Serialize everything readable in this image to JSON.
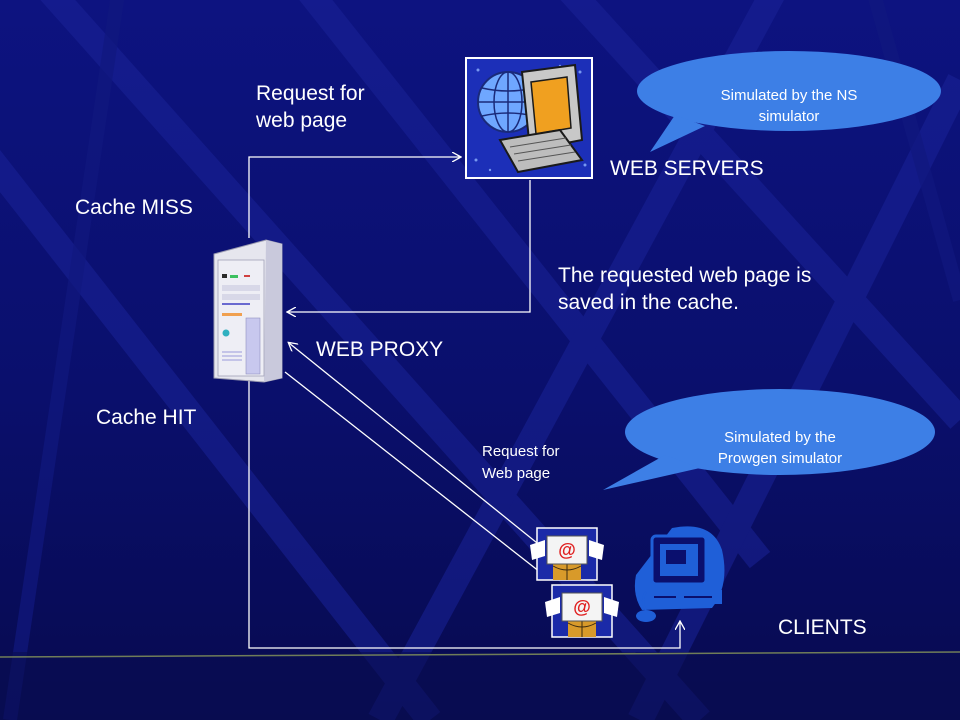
{
  "labels": {
    "request_top": "Request for\nweb page",
    "web_servers": "WEB SERVERS",
    "cache_miss": "Cache MISS",
    "saved_cache": "The requested web page is\nsaved in the cache.",
    "web_proxy": "WEB PROXY",
    "cache_hit": "Cache HIT",
    "request_bottom": "Request for\nWeb page",
    "clients": "CLIENTS"
  },
  "bubbles": {
    "ns": "Simulated by the NS\nsimulator",
    "prowgen": "Simulated by the\nProwgen simulator"
  },
  "icons": [
    "web-server-icon",
    "proxy-server-icon",
    "email-client-icon",
    "email-client-icon",
    "desktop-computer-icon"
  ],
  "colors": {
    "background": "#0b0f6e",
    "bubble": "#3d7fe6",
    "line": "#ffffff"
  }
}
